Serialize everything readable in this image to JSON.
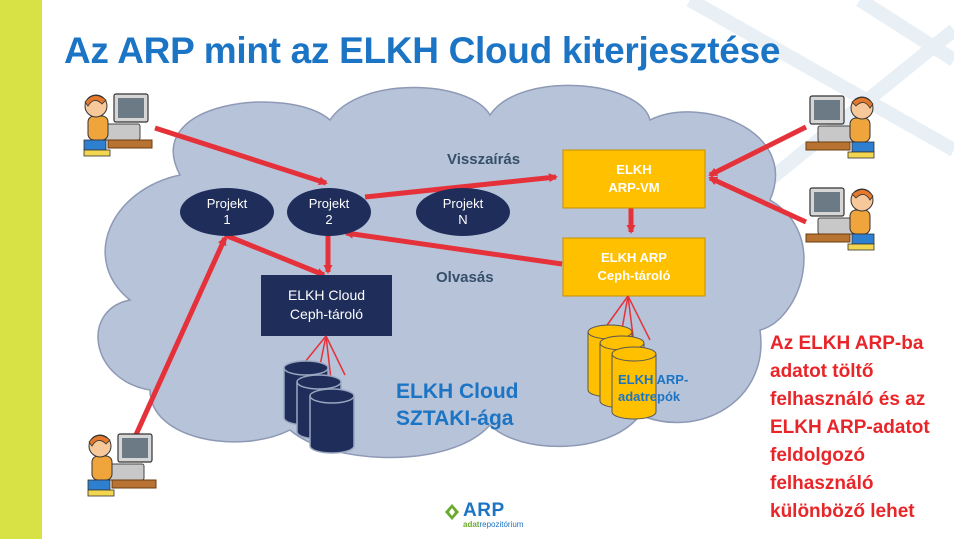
{
  "slide": {
    "title": "Az ARP mint az ELKH Cloud kiterjesztése",
    "colors": {
      "accent_bar": "#d8e244",
      "title": "#1c74c4",
      "cloud": "#b7c3d9",
      "arrow": "#e5323a",
      "project": "#1f2d5a",
      "gold_box": "#ffc000",
      "note": "#e8262a"
    }
  },
  "diagram": {
    "projects": [
      {
        "line1": "Projekt",
        "line2": "1"
      },
      {
        "line1": "Projekt",
        "line2": "2"
      },
      {
        "line1": "Projekt",
        "line2": "N"
      }
    ],
    "cloud_storage": {
      "line1": "ELKH Cloud",
      "line2": "Ceph-tároló"
    },
    "arp_vm": {
      "line1": "ELKH",
      "line2": "ARP-VM"
    },
    "arp_storage": {
      "line1": "ELKH ARP",
      "line2": "Ceph-tároló"
    },
    "edge_labels": {
      "write_back": "Visszaírás",
      "read": "Olvasás"
    },
    "cloud_name": {
      "line1": "ELKH Cloud",
      "line2": "SZTAKI-ága"
    },
    "repo_label": {
      "line1": "ELKH ARP-",
      "line2": "adatrepók"
    },
    "users": [
      "user-top-left-icon",
      "user-bottom-left-icon",
      "user-top-right-icon",
      "user-mid-right-icon"
    ]
  },
  "note": "Az ELKH ARP-ba\nadatot töltő\nfelhasználó és az\nELKH ARP-adatot\nfeldolgozó\nfelhasználó\nkülönböző lehet",
  "logo": {
    "main": "ARP",
    "sub_bold": "adat",
    "sub_rest": "repozitórium"
  }
}
